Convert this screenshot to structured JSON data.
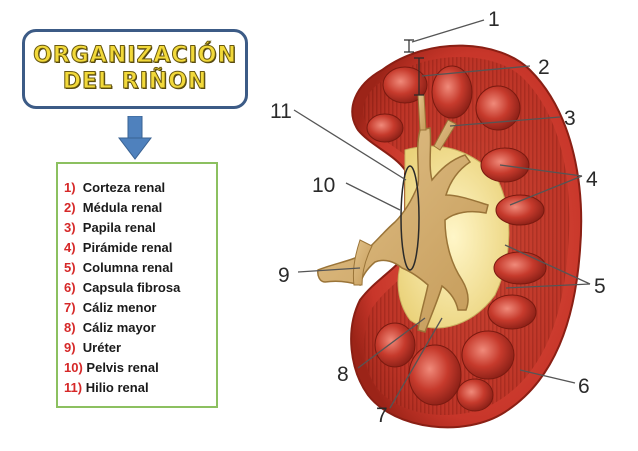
{
  "title": {
    "line1": "ORGANIZACIÓN",
    "line2": "DEL RIÑON"
  },
  "legend": [
    {
      "num": "1)",
      "text": "Corteza renal"
    },
    {
      "num": "2)",
      "text": "Médula renal"
    },
    {
      "num": "3)",
      "text": "Papila renal"
    },
    {
      "num": "4)",
      "text": "Pirámide renal"
    },
    {
      "num": "5)",
      "text": "Columna renal"
    },
    {
      "num": "6)",
      "text": "Capsula fibrosa"
    },
    {
      "num": "7)",
      "text": "Cáliz menor"
    },
    {
      "num": "8)",
      "text": "Cáliz mayor"
    },
    {
      "num": "9)",
      "text": "Uréter"
    },
    {
      "num": "10)",
      "text": "Pelvis renal"
    },
    {
      "num": "11)",
      "text": "Hilio renal"
    }
  ],
  "labels": [
    "1",
    "2",
    "3",
    "4",
    "5",
    "6",
    "7",
    "8",
    "9",
    "10",
    "11"
  ],
  "colors": {
    "title_fill": "#f2d93a",
    "title_border": "#3c5b86",
    "legend_border": "#8cc060",
    "legend_number": "#d62828",
    "arrow": "#4f81bd",
    "cortex": "#c8362a",
    "pyramid": "#a82820",
    "sinus_fat": "#f0dc8c",
    "pelvis": "#d9b774"
  }
}
